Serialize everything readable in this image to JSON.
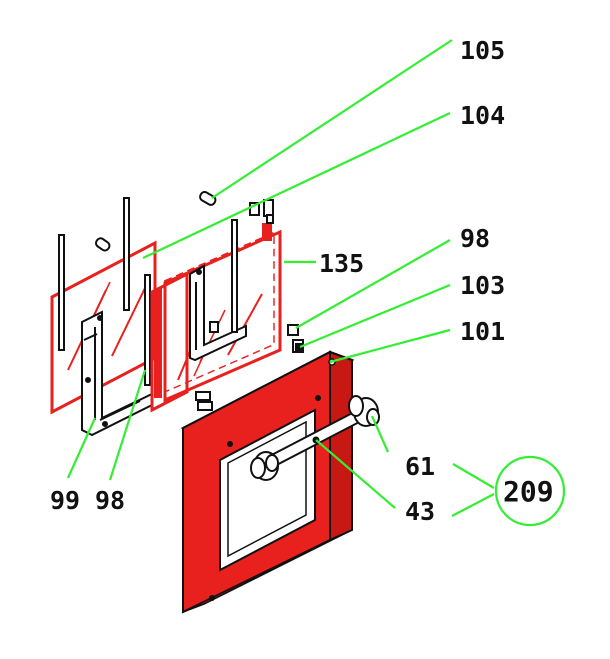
{
  "labels": {
    "p105": "105",
    "p104": "104",
    "p98_top": "98",
    "p135": "135",
    "p103": "103",
    "p101": "101",
    "p61": "61",
    "p43": "43",
    "p209": "209",
    "p99": "99",
    "p98_bottom": "98"
  },
  "colors": {
    "leader": "#33ee33",
    "highlight": "#e8201e",
    "ink": "#111111"
  }
}
